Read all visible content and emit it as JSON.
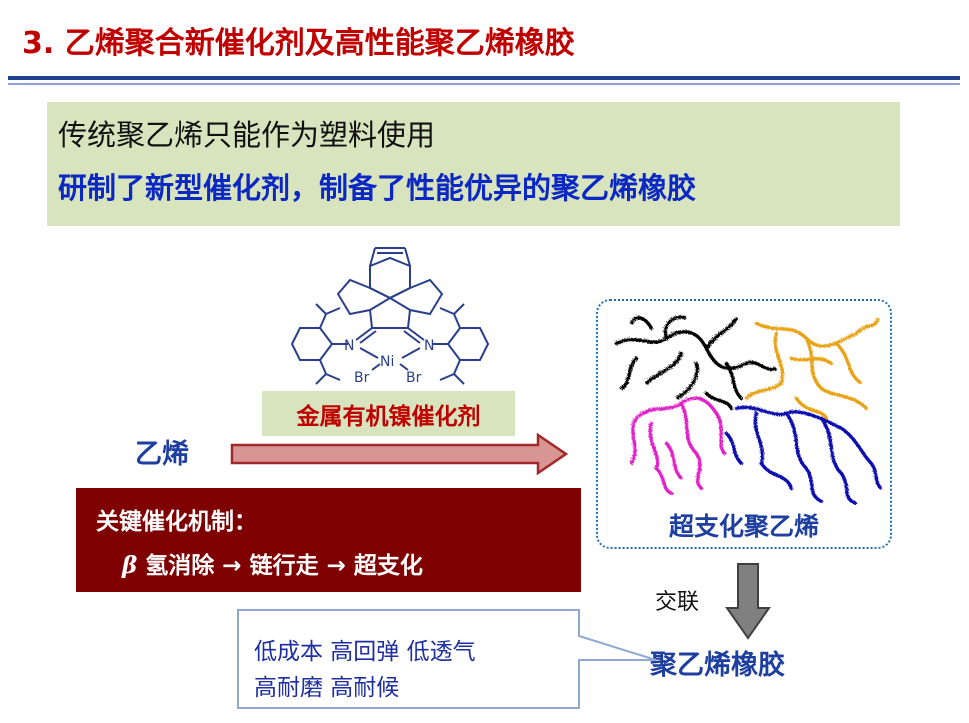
{
  "title": "3. 乙烯聚合新催化剂及高性能聚乙烯橡胶",
  "banner": {
    "line1": "传统聚乙烯只能作为塑料使用",
    "line2": "研制了新型催化剂，制备了性能优异的聚乙烯橡胶"
  },
  "structure": {
    "atom_n_left": "N",
    "atom_n_right": "N",
    "atom_ni": "Ni",
    "atom_br_left": "Br",
    "atom_br_right": "Br"
  },
  "catalyst_label": "金属有机镍催化剂",
  "reactant": "乙烯",
  "mechanism": {
    "title": "关键催化机制：",
    "beta": "β",
    "steps": "氢消除 → 链行走 → 超支化"
  },
  "hyperbranched_label": "超支化聚乙烯",
  "crosslink_label": "交联",
  "product_label": "聚乙烯橡胶",
  "callout": {
    "line1": "低成本 高回弹 低透气",
    "line2": "高耐磨 高耐候"
  },
  "colors": {
    "title": "#c00000",
    "banner_bg": "#d7e4bd",
    "highlight_blue": "#0b27c4",
    "mechanism_bg": "#7f0000",
    "arrow_fill": "#d99594",
    "arrow_stroke": "#a0292a",
    "polymer_black": "#000000",
    "polymer_orange": "#e8a317",
    "polymer_magenta": "#e020c8",
    "polymer_blue": "#1010b0"
  }
}
